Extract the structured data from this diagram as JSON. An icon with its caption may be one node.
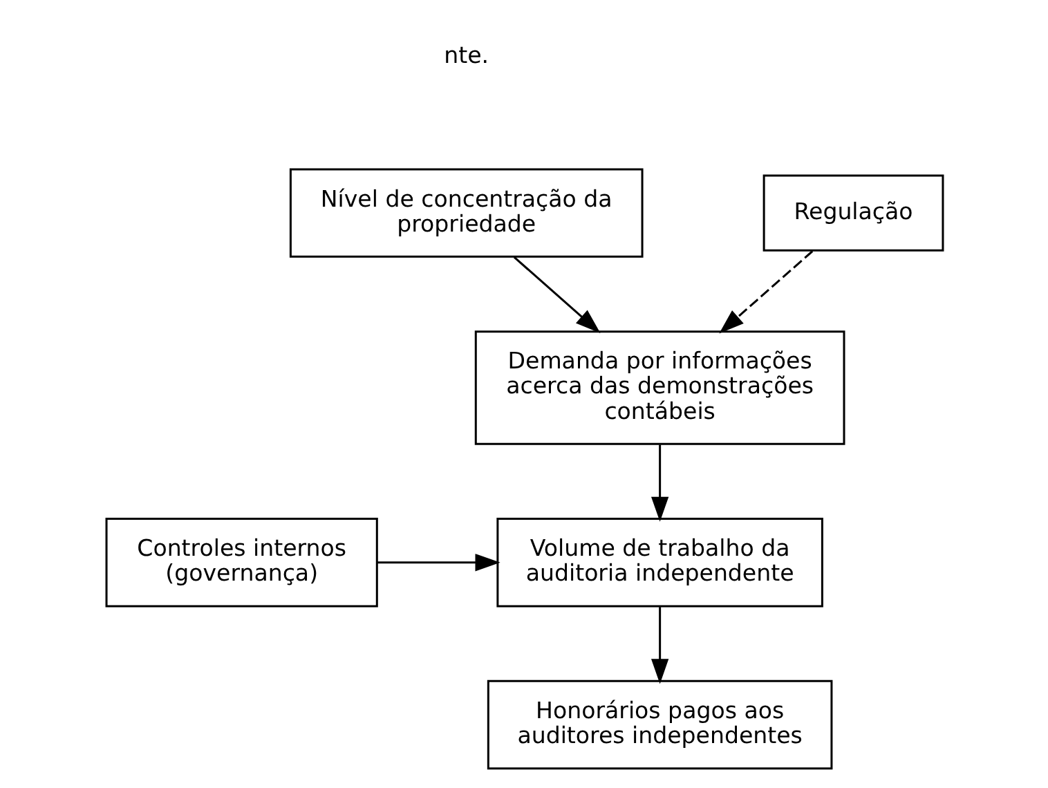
{
  "diagram": {
    "nodes": [
      {
        "text": [
          "Nível de concentração da propriedade"
        ]
      },
      {
        "text": [
          "Regulação"
        ]
      },
      {
        "text": [
          "Demanda por informações acerca das demonstrações contábeis"
        ]
      },
      {
        "text": [
          "Controles internos (governança)"
        ]
      },
      {
        "text": [
          "Volume de trabalho da auditoria independente"
        ]
      },
      {
        "text": [
          "Honorários pagos aos auditores independentes"
        ]
      }
    ],
    "edges": [
      {
        "from": 0,
        "to": 2,
        "arrow": "to"
      },
      {
        "from": 1,
        "to": 2,
        "arrow": "to",
        "style": "dashed"
      },
      {
        "from": 2,
        "to": 4,
        "arrow": "to"
      },
      {
        "from": 3,
        "to": 4,
        "arrow": "to"
      },
      {
        "from": 4,
        "to": 5,
        "arrow": "to"
      }
    ],
    "labels": [
      "nte."
    ]
  }
}
